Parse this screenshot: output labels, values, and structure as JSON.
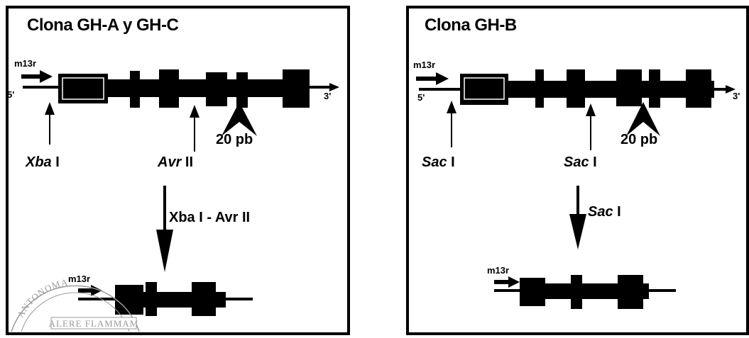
{
  "left_panel": {
    "title": "Clona GH-A y GH-C",
    "primer_top": "m13r",
    "five_prime": "5'",
    "three_prime": "3'",
    "site_1_name": "Xba",
    "site_1_num": "I",
    "site_2_name": "Avr",
    "site_2_num": "II",
    "deletion_label": "20 pb",
    "digest_label": "Xba I - Avr II",
    "primer_bottom": "m13r"
  },
  "right_panel": {
    "title": "Clona GH-B",
    "primer_top": "m13r",
    "five_prime": "5'",
    "three_prime": "3'",
    "site_1_name": "Sac",
    "site_1_num": "I",
    "site_2_name": "Sac",
    "site_2_num": "I",
    "deletion_label": "20 pb",
    "digest_label_name": "Sac",
    "digest_label_num": "I",
    "primer_bottom": "m13r"
  },
  "watermark": {
    "top_text": "ANTONOMA",
    "motto": "ALERE FLAMMAM"
  },
  "colors": {
    "ink": "#000000",
    "background": "#ffffff",
    "watermark": "#9b9b9b"
  }
}
